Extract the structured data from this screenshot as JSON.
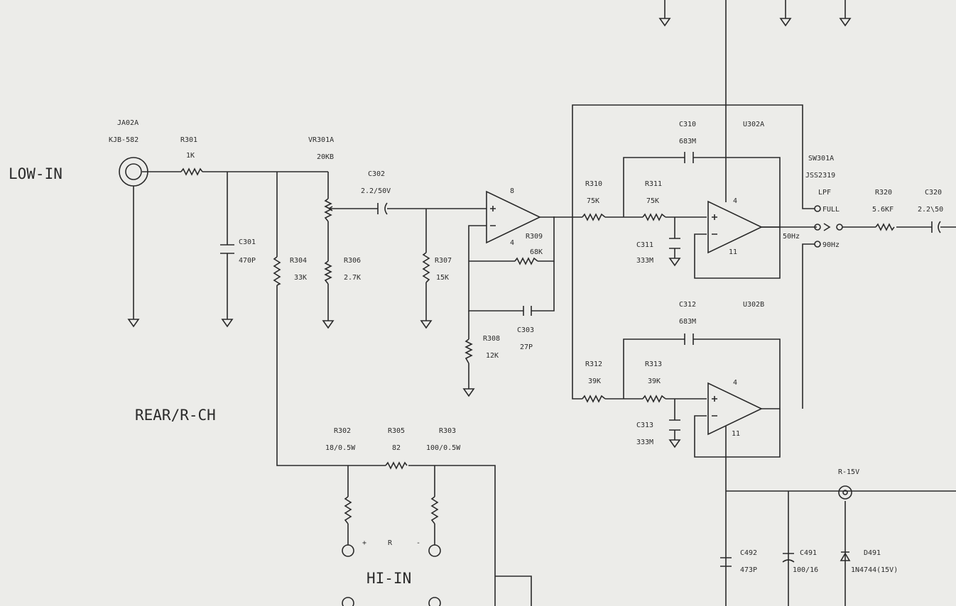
{
  "headings": {
    "low_in": "LOW-IN",
    "channel": "REAR/R-CH",
    "hi_in": "HI-IN"
  },
  "jack": {
    "ref": "JA02A",
    "part": "KJB-582"
  },
  "vr": {
    "ref": "VR301A",
    "value": "20KB"
  },
  "resistors": {
    "r301": {
      "ref": "R301",
      "value": "1K"
    },
    "r304": {
      "ref": "R304",
      "value": "33K"
    },
    "r306": {
      "ref": "R306",
      "value": "2.7K"
    },
    "r307": {
      "ref": "R307",
      "value": "15K"
    },
    "r308": {
      "ref": "R308",
      "value": "12K"
    },
    "r309": {
      "ref": "R309",
      "value": "68K"
    },
    "r310": {
      "ref": "R310",
      "value": "75K"
    },
    "r311": {
      "ref": "R311",
      "value": "75K"
    },
    "r312": {
      "ref": "R312",
      "value": "39K"
    },
    "r313": {
      "ref": "R313",
      "value": "39K"
    },
    "r320": {
      "ref": "R320",
      "value": "5.6KF"
    },
    "r302": {
      "ref": "R302",
      "value": "18/0.5W"
    },
    "r305": {
      "ref": "R305",
      "value": "82"
    },
    "r303": {
      "ref": "R303",
      "value": "100/0.5W"
    }
  },
  "capacitors": {
    "c301": {
      "ref": "C301",
      "value": "470P"
    },
    "c302": {
      "ref": "C302",
      "value": "2.2/50V"
    },
    "c303": {
      "ref": "C303",
      "value": "27P"
    },
    "c310": {
      "ref": "C310",
      "value": "683M"
    },
    "c311": {
      "ref": "C311",
      "value": "333M"
    },
    "c312": {
      "ref": "C312",
      "value": "683M"
    },
    "c313": {
      "ref": "C313",
      "value": "333M"
    },
    "c320": {
      "ref": "C320",
      "value": "2.2\\50"
    },
    "c492": {
      "ref": "C492",
      "value": "473P"
    },
    "c491": {
      "ref": "C491",
      "value": "100/16"
    }
  },
  "diode": {
    "ref": "D491",
    "value": "1N4744(15V)"
  },
  "opamps": {
    "u302a": {
      "ref": "U302A"
    },
    "u302b": {
      "ref": "U302B"
    }
  },
  "pins": {
    "u301_top": "8",
    "u301_bot": "4",
    "u302a_top": "4",
    "u302a_bot": "11",
    "u302b_top": "4",
    "u302b_bot": "11"
  },
  "switch": {
    "ref": "SW301A",
    "part": "JSS2319",
    "lpf": "LPF",
    "full": "FULL",
    "hz50": "50Hz",
    "hz90": "90Hz"
  },
  "supply": {
    "rail": "R-15V"
  },
  "hi_in_marks": {
    "plus": "+",
    "r": "R",
    "minus": "-"
  }
}
